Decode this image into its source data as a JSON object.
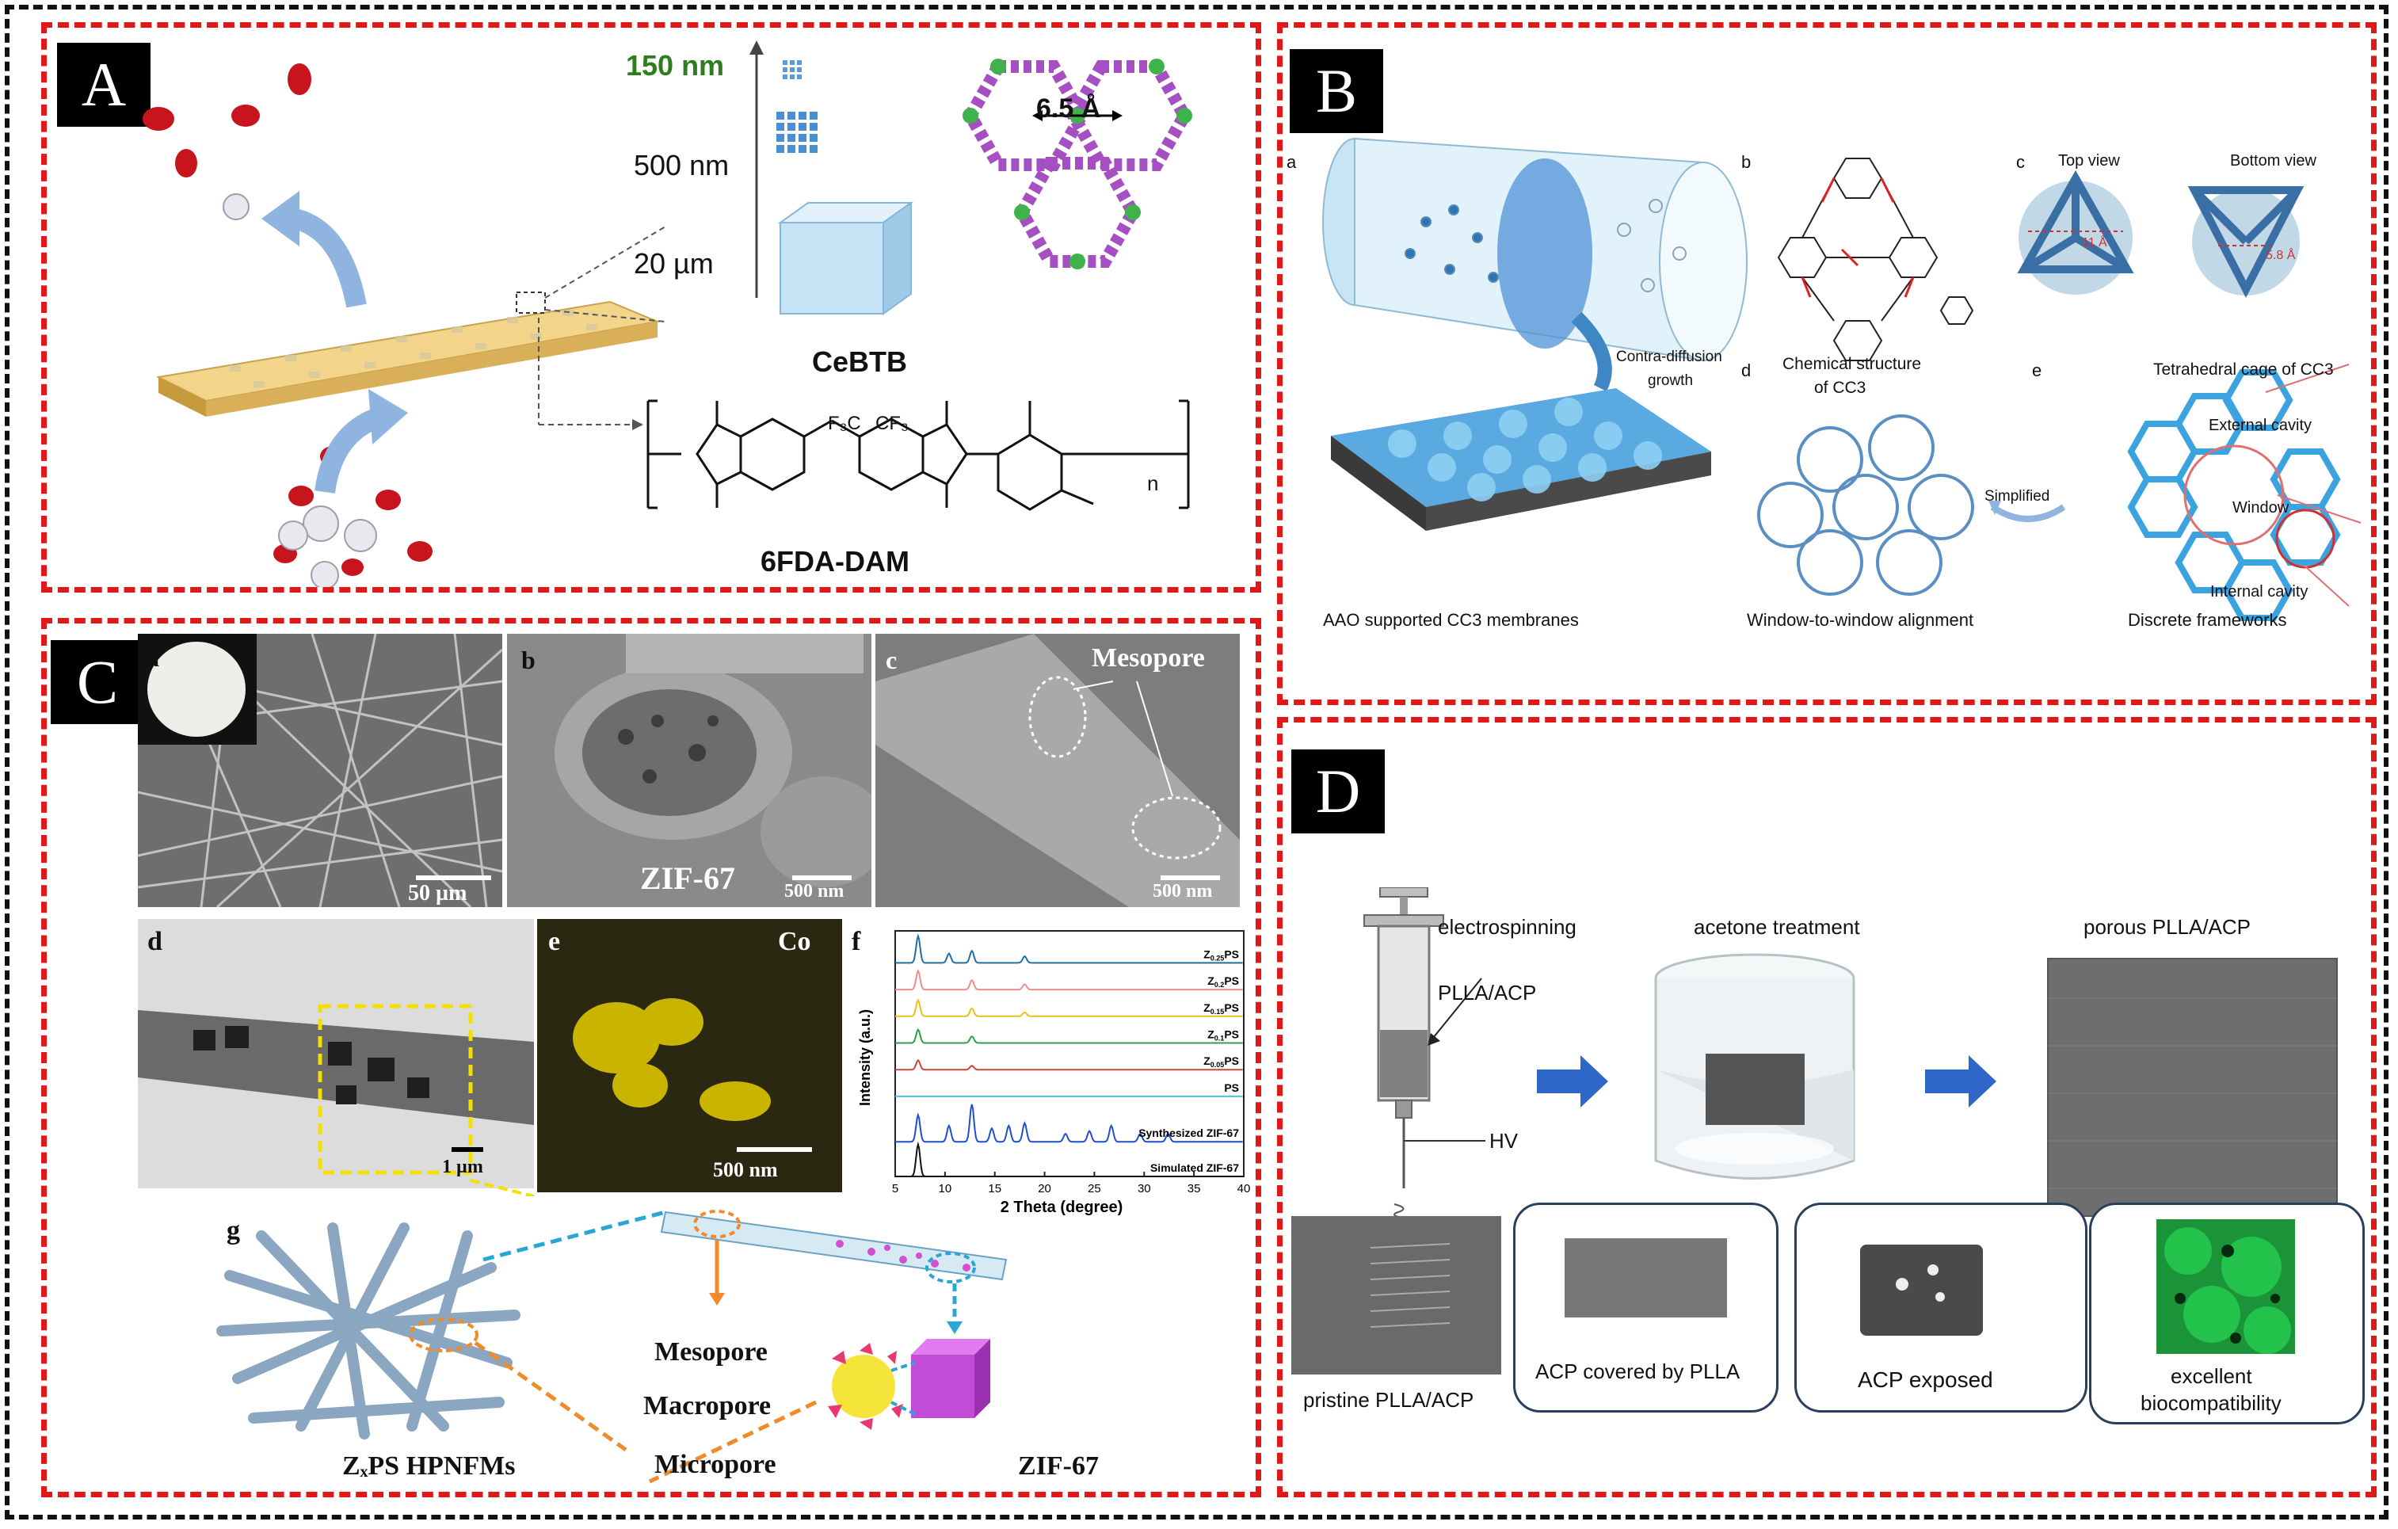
{
  "panels": {
    "A": {
      "letter": "A",
      "scale_labels": [
        "150 nm",
        "500 nm",
        "20 µm"
      ],
      "pore_size": "6.5 Å",
      "mof_name": "CeBTB",
      "polymer_name": "6FDA-DAM",
      "cf3_left": "F₃C",
      "cf3_right": "CF₃",
      "n_label": "n",
      "colors": {
        "scale_150nm": "#2e7d1e",
        "slab": "#e8c46c",
        "arrow": "#8fb4e0"
      }
    },
    "B": {
      "letter": "B",
      "sub_a": "a",
      "sub_b": "b",
      "sub_c": "c",
      "sub_d": "d",
      "sub_e": "e",
      "contra": "Contra-diffusion",
      "growth": "growth",
      "aao": "AAO supported CC3 membranes",
      "chem_line1": "Chemical structure",
      "chem_line2": "of CC3",
      "top_view": "Top view",
      "bottom_view": "Bottom view",
      "d11": "11 Å",
      "d58": "5.8 Å",
      "tetra": "Tetrahedral cage of CC3",
      "simplified": "Simplified",
      "w2w": "Window-to-window alignment",
      "external": "External cavity",
      "window": "Window",
      "internal": "Internal cavity",
      "discrete": "Discrete frameworks"
    },
    "C": {
      "letter": "C",
      "sub_a": "a",
      "sub_b": "b",
      "sub_c": "c",
      "sub_d": "d",
      "sub_e": "e",
      "sub_f": "f",
      "sub_g": "g",
      "scale_a": "50 µm",
      "scale_b": "500 nm",
      "scale_c": "500 nm",
      "scale_d": "1 µm",
      "scale_e": "500 nm",
      "zif67": "ZIF-67",
      "mesopore_title": "Mesopore",
      "co": "Co",
      "mesopore": "Mesopore",
      "macropore": "Macropore",
      "micropore": "Micropore",
      "hpnfms": "ZₓPS HPNFMs",
      "zif67_g": "ZIF-67"
    },
    "D": {
      "letter": "D",
      "electrospinning": "electrospinning",
      "acetone": "acetone treatment",
      "porous": "porous PLLA/ACP",
      "plla_acp": "PLLA/ACP",
      "hv": "HV",
      "pristine": "pristine PLLA/ACP",
      "covered": "ACP covered by PLLA",
      "exposed": "ACP exposed",
      "excellent": "excellent",
      "biocompat": "biocompatibility",
      "colors": {
        "arrow": "#2f67c9",
        "box_border": "#2a3f5c",
        "green_cells": "#23c24a"
      }
    }
  },
  "chart_data": {
    "type": "line",
    "title": "",
    "xlabel": "2 Theta (degree)",
    "ylabel": "Intensity (a.u.)",
    "xlim": [
      5,
      40
    ],
    "x_ticks": [
      5,
      10,
      15,
      20,
      25,
      30,
      35,
      40
    ],
    "series": [
      {
        "name": "Z0.25PS",
        "color": "#1f6fa3",
        "offset": 8,
        "peaks": [
          [
            7.3,
            1.0
          ],
          [
            10.4,
            0.35
          ],
          [
            12.7,
            0.45
          ],
          [
            18.0,
            0.25
          ]
        ]
      },
      {
        "name": "Z0.2PS",
        "color": "#e98f8f",
        "offset": 7,
        "peaks": [
          [
            7.3,
            0.7
          ],
          [
            12.7,
            0.35
          ],
          [
            18.0,
            0.2
          ]
        ]
      },
      {
        "name": "Z0.15PS",
        "color": "#e6c21a",
        "offset": 6,
        "peaks": [
          [
            7.3,
            0.6
          ],
          [
            12.7,
            0.3
          ],
          [
            18.0,
            0.15
          ]
        ]
      },
      {
        "name": "Z0.1PS",
        "color": "#2ca04a",
        "offset": 5,
        "peaks": [
          [
            7.3,
            0.5
          ],
          [
            12.7,
            0.25
          ]
        ]
      },
      {
        "name": "Z0.05PS",
        "color": "#d0443a",
        "offset": 4,
        "peaks": [
          [
            7.3,
            0.35
          ],
          [
            12.7,
            0.15
          ]
        ]
      },
      {
        "name": "PS",
        "color": "#3fc7d8",
        "offset": 3,
        "peaks": []
      },
      {
        "name": "Synthesized ZIF-67",
        "color": "#1f4fd0",
        "offset": 1.3,
        "peaks": [
          [
            7.3,
            1.0
          ],
          [
            10.4,
            0.6
          ],
          [
            12.7,
            1.4
          ],
          [
            14.7,
            0.5
          ],
          [
            16.4,
            0.6
          ],
          [
            18.0,
            0.7
          ],
          [
            22.1,
            0.3
          ],
          [
            24.5,
            0.4
          ],
          [
            26.7,
            0.6
          ],
          [
            29.6,
            0.3
          ],
          [
            32.4,
            0.3
          ]
        ]
      },
      {
        "name": "Simulated ZIF-67",
        "color": "#111111",
        "offset": 0,
        "peaks": [
          [
            7.3,
            1.2
          ]
        ]
      }
    ],
    "series_labels": [
      {
        "main": "Z",
        "sub": "0.25",
        "rest": "PS"
      },
      {
        "main": "Z",
        "sub": "0.2",
        "rest": "PS"
      },
      {
        "main": "Z",
        "sub": "0.15",
        "rest": "PS"
      },
      {
        "main": "Z",
        "sub": "0.1",
        "rest": "PS"
      },
      {
        "main": "Z",
        "sub": "0.05",
        "rest": "PS"
      },
      {
        "main": "",
        "sub": "",
        "rest": "PS"
      },
      {
        "main": "",
        "sub": "",
        "rest": "Synthesized ZIF-67"
      },
      {
        "main": "",
        "sub": "",
        "rest": "Simulated ZIF-67"
      }
    ]
  }
}
